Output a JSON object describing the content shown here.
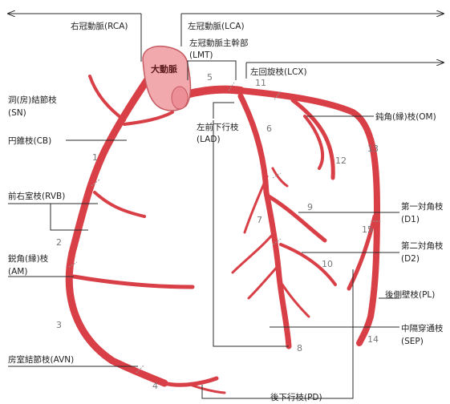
{
  "labels": {
    "rca": "右冠動脈(RCA)",
    "lca": "左冠動脈(LCA)",
    "lmt_1": "左冠動脈主幹部",
    "lmt_2": "(LMT)",
    "aorta": "大動脈",
    "lcx": "左回旋枝(LCX)",
    "sn_1": "洞(房)結節枝",
    "sn_2": "(SN)",
    "cb": "円錐枝(CB)",
    "lad_1": "左前下行枝",
    "lad_2": "(LAD)",
    "om": "鈍角(縁)枝(OM)",
    "rvb": "前右室枝(RVB)",
    "am_1": "鋭角(縁)枝",
    "am_2": "(AM)",
    "d1_1": "第一対角枝",
    "d1_2": "(D1)",
    "d2_1": "第二対角枝",
    "d2_2": "(D2)",
    "pl": "後側壁枝(PL)",
    "sep_1": "中隔穿通枝",
    "sep_2": "(SEP)",
    "avn": "房室結節枝(AVN)",
    "pd": "後下行枝(PD)"
  },
  "segments": [
    "1",
    "2",
    "3",
    "4",
    "5",
    "6",
    "7",
    "8",
    "9",
    "10",
    "11",
    "12",
    "13",
    "14",
    "15"
  ],
  "colors": {
    "artery": "#d83f46",
    "aorta": "#f2a9ae",
    "aorta_stroke": "#c65a62",
    "leader": "#2b2b2b"
  }
}
